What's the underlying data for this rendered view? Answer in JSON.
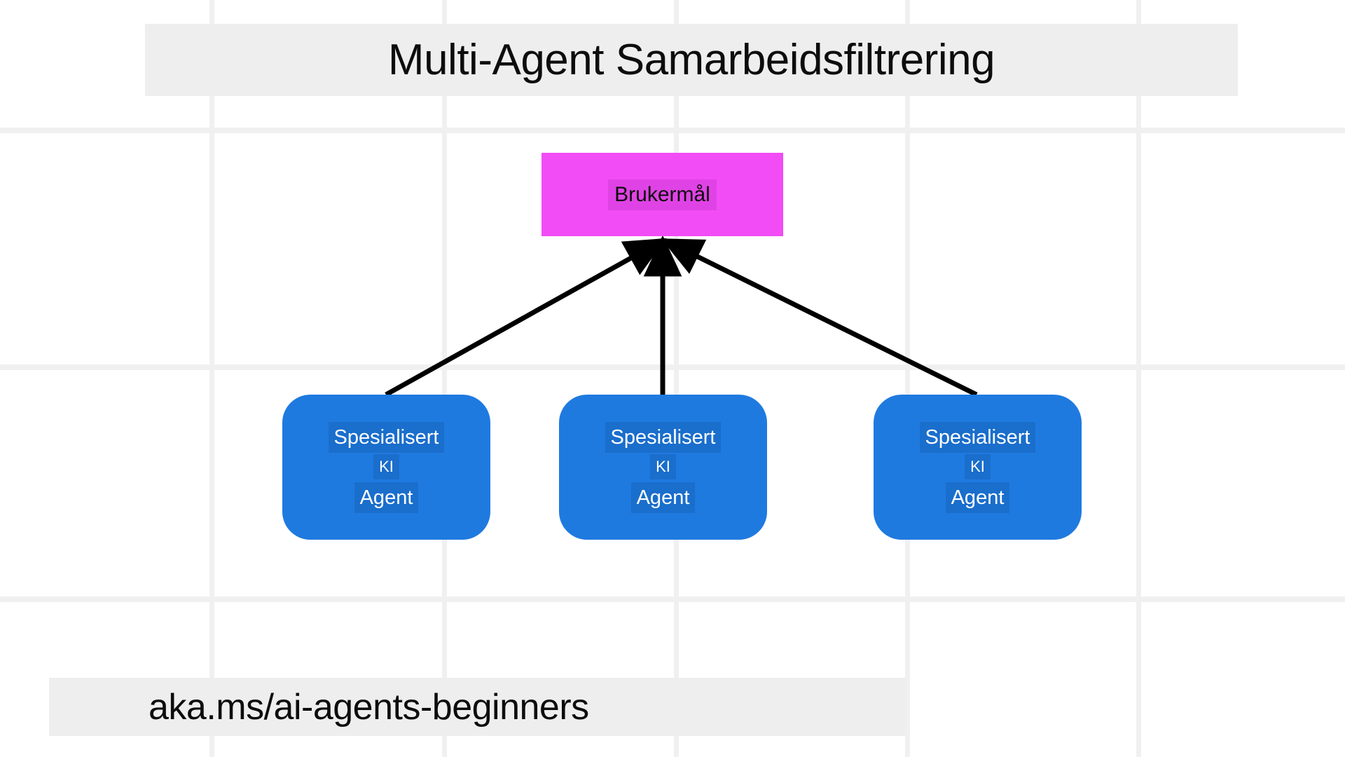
{
  "page": {
    "title": "Multi-Agent Samarbeidsfiltrering",
    "footer_link": "aka.ms/ai-agents-beginners",
    "background_color": "#ffffff",
    "grid_color": "#f0f0f0",
    "band_color": "#eeeeee"
  },
  "diagram": {
    "type": "node-graph",
    "goal_node": {
      "label": "Brukermål",
      "fill": "#f14cf5",
      "text_color": "#0d0d0d",
      "shape": "rectangle"
    },
    "agent_nodes": [
      {
        "line1": "Spesialisert",
        "line2": "KI",
        "line3": "Agent",
        "fill": "#1f7ae0",
        "text_color": "#ffffff",
        "shape": "rounded-rectangle"
      },
      {
        "line1": "Spesialisert",
        "line2": "KI",
        "line3": "Agent",
        "fill": "#1f7ae0",
        "text_color": "#ffffff",
        "shape": "rounded-rectangle"
      },
      {
        "line1": "Spesialisert",
        "line2": "KI",
        "line3": "Agent",
        "fill": "#1f7ae0",
        "text_color": "#ffffff",
        "shape": "rounded-rectangle"
      }
    ],
    "edges": [
      {
        "from": "agent-1",
        "to": "goal",
        "arrow": "to-goal"
      },
      {
        "from": "agent-2",
        "to": "goal",
        "arrow": "to-goal"
      },
      {
        "from": "agent-3",
        "to": "goal",
        "arrow": "to-goal"
      }
    ],
    "edge_color": "#000000"
  }
}
